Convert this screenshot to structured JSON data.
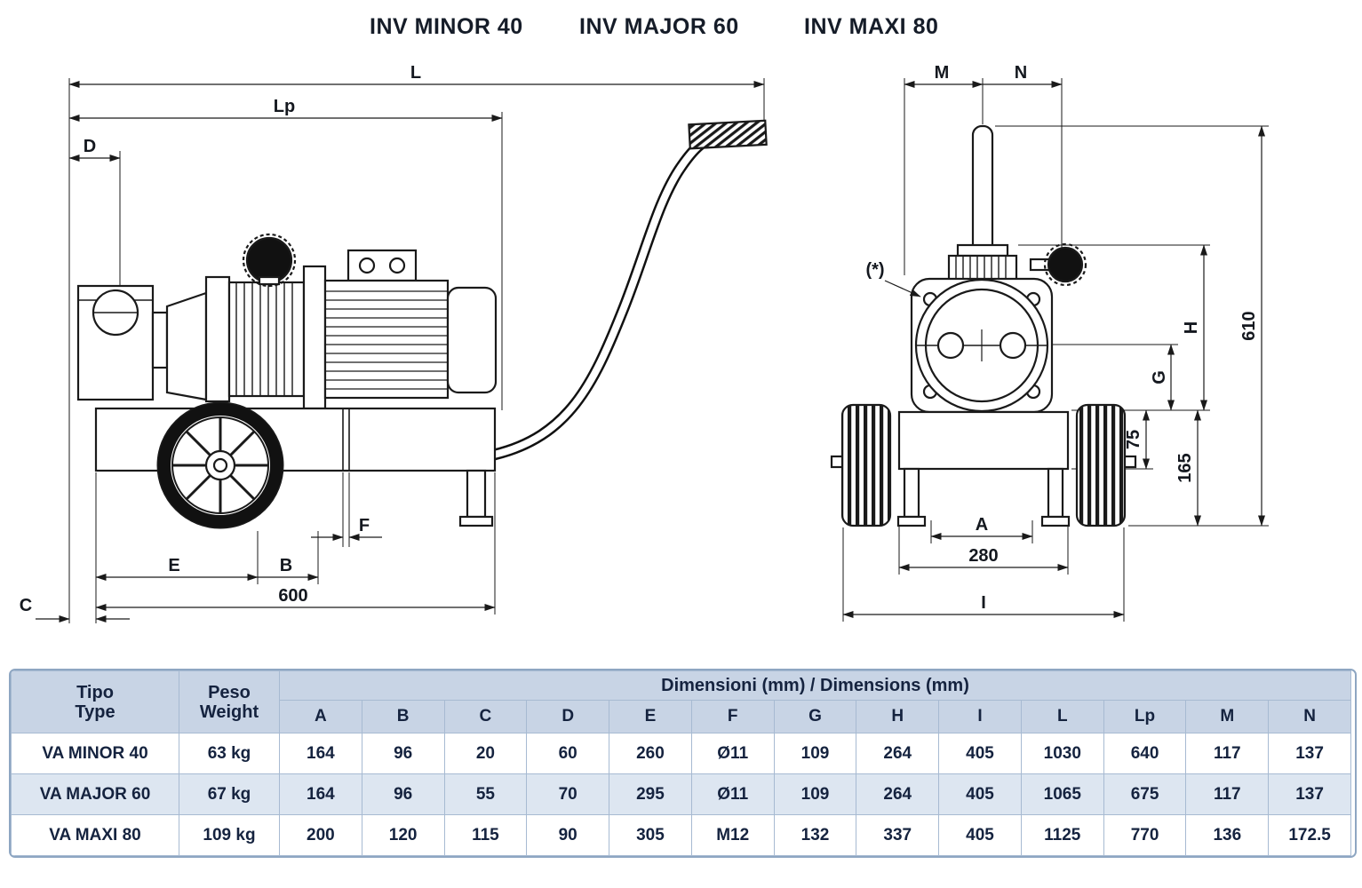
{
  "titles": {
    "minor": "INV MINOR 40",
    "major": "INV MAJOR 60",
    "maxi": "INV MAXI 80"
  },
  "side_view": {
    "L": "L",
    "Lp": "Lp",
    "D": "D",
    "F": "F",
    "E": "E",
    "B": "B",
    "C": "C",
    "len600": "600"
  },
  "front_view": {
    "M": "M",
    "N": "N",
    "note": "(*)",
    "h610": "610",
    "H": "H",
    "G": "G",
    "v75": "75",
    "v165": "165",
    "A": "A",
    "w280": "280",
    "I": "I"
  },
  "table": {
    "col_type_line1": "Tipo",
    "col_type_line2": "Type",
    "col_weight_line1": "Peso",
    "col_weight_line2": "Weight",
    "dims_header": "Dimensioni (mm) / Dimensions (mm)",
    "dim_cols": [
      "A",
      "B",
      "C",
      "D",
      "E",
      "F",
      "G",
      "H",
      "I",
      "L",
      "Lp",
      "M",
      "N"
    ],
    "rows": [
      {
        "type": "VA MINOR 40",
        "weight": "63 kg",
        "values": [
          "164",
          "96",
          "20",
          "60",
          "260",
          "Ø11",
          "109",
          "264",
          "405",
          "1030",
          "640",
          "117",
          "137"
        ]
      },
      {
        "type": "VA MAJOR 60",
        "weight": "67 kg",
        "values": [
          "164",
          "96",
          "55",
          "70",
          "295",
          "Ø11",
          "109",
          "264",
          "405",
          "1065",
          "675",
          "117",
          "137"
        ]
      },
      {
        "type": "VA MAXI 80",
        "weight": "109 kg",
        "values": [
          "200",
          "120",
          "115",
          "90",
          "305",
          "M12",
          "132",
          "337",
          "405",
          "1125",
          "770",
          "136",
          "172.5"
        ]
      }
    ]
  }
}
